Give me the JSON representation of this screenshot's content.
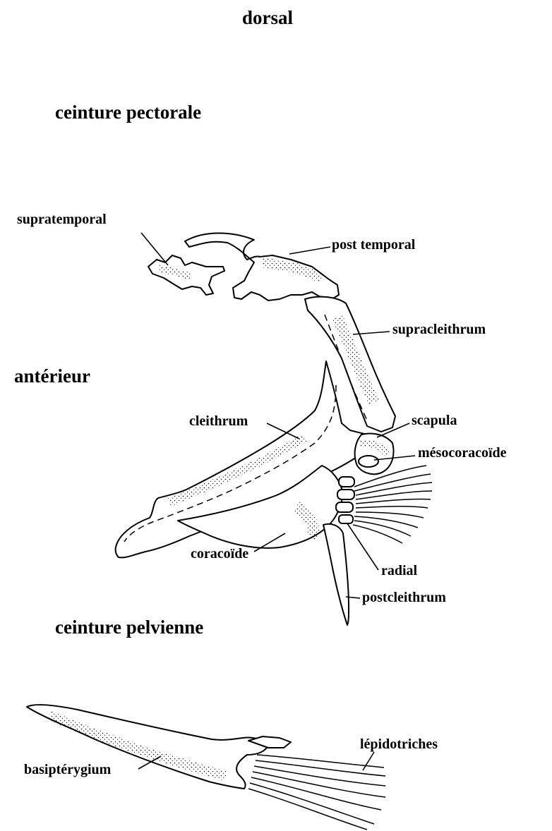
{
  "orientation": {
    "dorsal": "dorsal",
    "anterior": "antérieur"
  },
  "sections": {
    "pectoral": "ceinture pectorale",
    "pelvic": "ceinture pelvienne"
  },
  "labels": {
    "supratemporal": "supratemporal",
    "post_temporal": "post temporal",
    "supracleithrum": "supracleithrum",
    "cleithrum": "cleithrum",
    "scapula": "scapula",
    "mesocoracoid": "mésocoracoïde",
    "coracoid": "coracoïde",
    "radial": "radial",
    "postcleithrum": "postcleithrum",
    "lepidotrichia": "lépidotriches",
    "basipterygium": "basiptérygium"
  }
}
